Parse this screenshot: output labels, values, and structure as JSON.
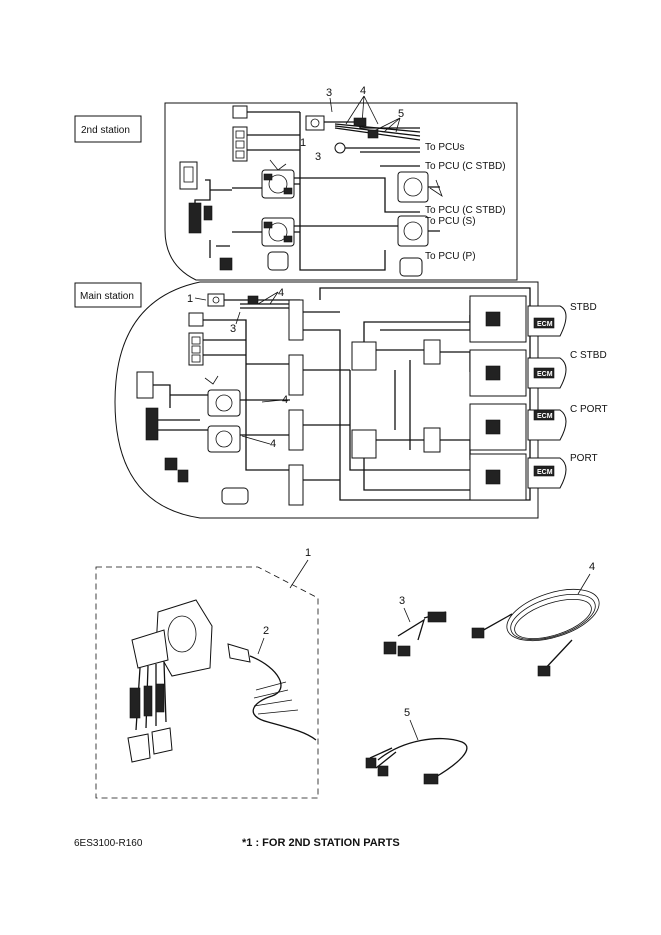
{
  "upper_panel": {
    "label": "2nd station",
    "destinations": [
      "To PCUs",
      "To PCU (C STBD)",
      "To PCU (C STBD)",
      "To PCU (S)",
      "To PCU (P)"
    ],
    "callouts": [
      "3",
      "4",
      "5",
      "1",
      "3"
    ]
  },
  "lower_panel": {
    "label": "Main station",
    "engines": [
      "STBD",
      "C STBD",
      "C PORT",
      "PORT"
    ],
    "ecm_label": "ECM",
    "callouts": [
      "1",
      "4",
      "3",
      "4",
      "4"
    ]
  },
  "parts": {
    "callouts": [
      "1",
      "2",
      "3",
      "4",
      "5"
    ]
  },
  "footer": {
    "part_number": "6ES3100-R160",
    "note": "*1 : FOR 2ND STATION PARTS"
  }
}
